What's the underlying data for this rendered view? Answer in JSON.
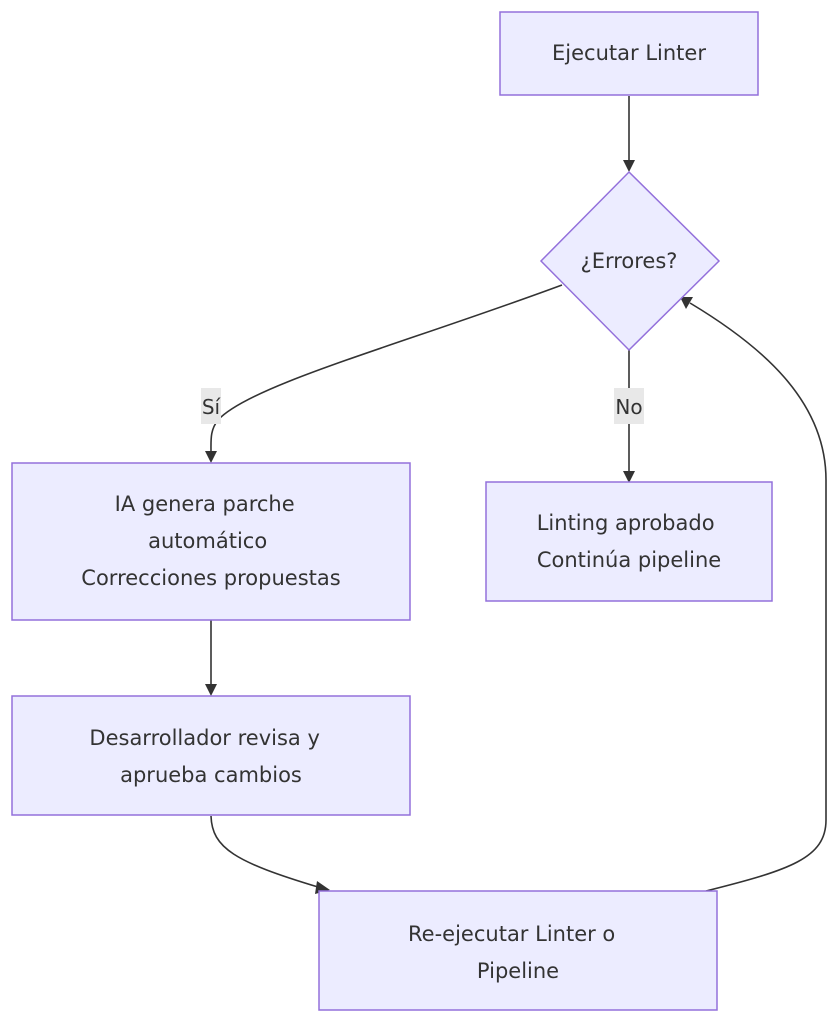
{
  "diagram": {
    "nodes": {
      "run_linter": {
        "lines": [
          "Ejecutar Linter"
        ]
      },
      "errors": {
        "lines": [
          "¿Errores?"
        ]
      },
      "ai_patch": {
        "lines": [
          "IA genera parche",
          "automático",
          "Correcciones propuestas"
        ]
      },
      "lint_ok": {
        "lines": [
          "Linting aprobado",
          "Continúa pipeline"
        ]
      },
      "dev_review": {
        "lines": [
          "Desarrollador revisa y",
          "aprueba cambios"
        ]
      },
      "rerun": {
        "lines": [
          "Re-ejecutar Linter o",
          "Pipeline"
        ]
      }
    },
    "edges": {
      "yes_label": "Sí",
      "no_label": "No"
    }
  }
}
